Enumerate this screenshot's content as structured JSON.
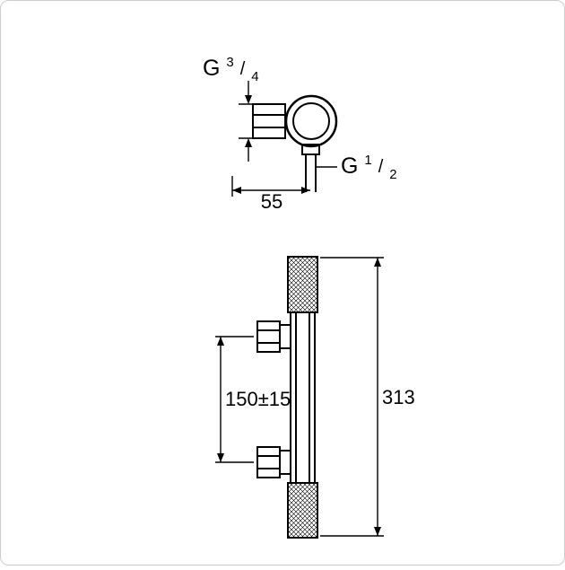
{
  "colors": {
    "background": "#ffffff",
    "border": "#cccccc",
    "line": "#000000"
  },
  "top_view": {
    "thread_top": {
      "base": "G",
      "numerator": "3",
      "slash": "/",
      "denominator": "4"
    },
    "thread_outlet": {
      "base": "G",
      "numerator": "1",
      "slash": "/",
      "denominator": "2"
    },
    "depth_dimension": "55"
  },
  "front_view": {
    "center_distance_dimension": "150±15",
    "height_dimension": "313"
  }
}
